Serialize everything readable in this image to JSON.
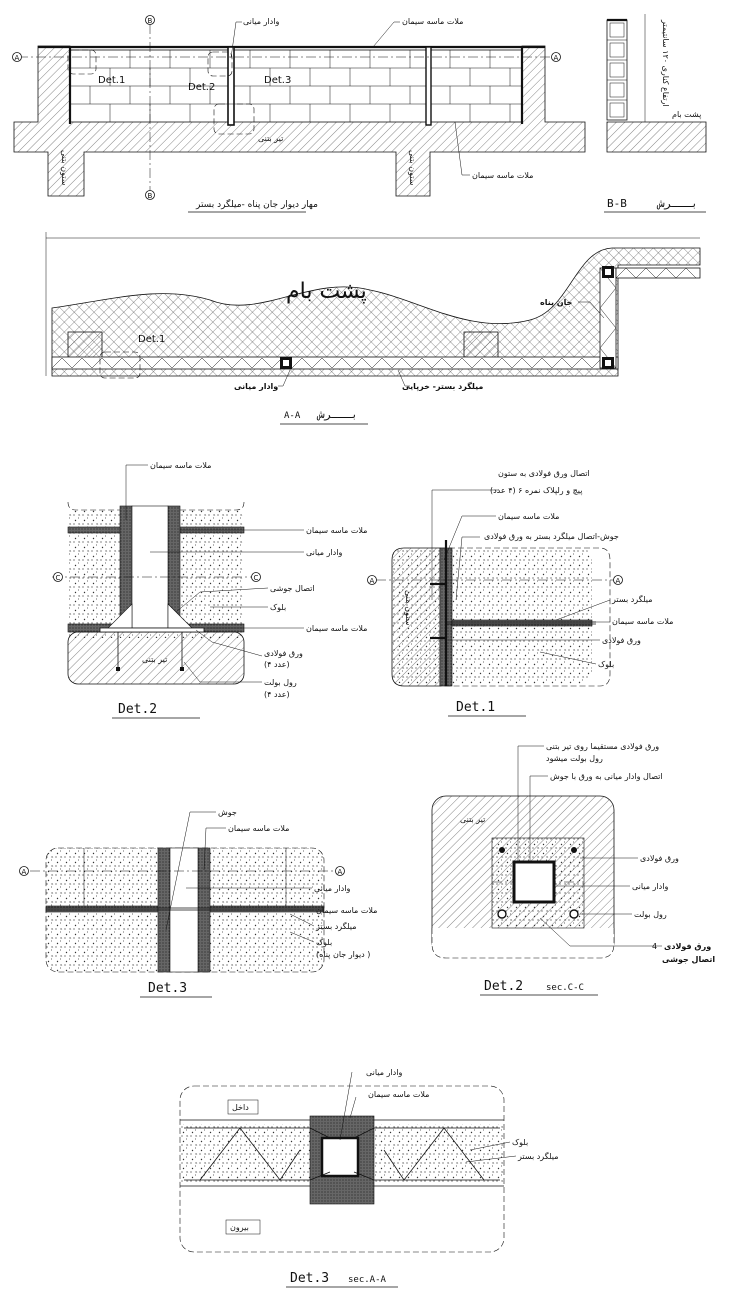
{
  "wall_elevation": {
    "caption": "مهار دیوار جان پناه -میلگرد بستر",
    "label_middle_post": "وادار میانی",
    "label_mortar_top": "ملات ماسه سیمان",
    "label_mortar_bottom": "ملات ماسه سیمان",
    "label_beam": "تیر بتنی",
    "label_column_left": "ستون بتنی",
    "label_column_right": "ستون بتنی",
    "det1": "Det.1",
    "det2": "Det.2",
    "det3": "Det.3",
    "section_a": "A",
    "section_b": "B"
  },
  "section_bb": {
    "caption_fa": "بـــرش",
    "caption_code": "B-B",
    "label_height": "ارتفاع کناری ۱۲۰ سانتیمتر",
    "label_roof": "پشت بام"
  },
  "section_aa": {
    "roof_title": "پشت بام",
    "label_parapet": "جان پناه",
    "label_det1": "Det.1",
    "label_post": "وادار میانی",
    "label_rebar": "میلگرد بستر- خرپایی",
    "caption_fa": "بـــرش",
    "caption_code": "A-A"
  },
  "det2_elev": {
    "caption": "Det.2",
    "label_mortar_top": "ملات ماسه سیمان",
    "label_mortar_1": "ملات ماسه سیمان",
    "label_post": "وادار میانی",
    "label_weld": "اتصال جوشی",
    "label_block": "بلوک",
    "label_mortar_2": "ملات ماسه سیمان",
    "label_plate": "ورق فولادی",
    "label_plate_qty": "(۴ عدد)",
    "label_bolt": "رول بولت",
    "label_bolt_qty": "(۴ عدد)",
    "label_beam": "تیر بتنی",
    "mark_c": "C"
  },
  "det1": {
    "caption": "Det.1",
    "label_plate_conn": "اتصال ورق فولادی به ستون",
    "label_screw": "پیچ و رلپلاک نمره ۶ (۴ عدد)",
    "label_mortar": "ملات ماسه سیمان",
    "label_weld": "جوش-اتصال میلگرد بستر به ورق فولادی",
    "label_rebar": "میلگرد بستر",
    "label_mortar_2": "ملات ماسه سیمان",
    "label_plate": "ورق فولادی",
    "label_block": "بلوک",
    "label_column": "ستون بتنی",
    "mark_a": "A"
  },
  "det2_sec": {
    "caption": "Det.2",
    "caption_sec": "sec.C-C",
    "label_plate_on_beam": "ورق فولادی مستقیما روی تیر بتنی",
    "label_bolted": "رول بولت میشود",
    "label_post_weld": "اتصال وادار میانی به ورق با جوش",
    "label_beam": "تیر بتنی",
    "label_plate": "ورق فولادی",
    "label_post": "وادار میانی",
    "label_bolt": "رول بولت",
    "label_plate_2": "ورق فولادی",
    "label_weld_conn": "اتصال جوشی",
    "weld_size": "4"
  },
  "det3_elev": {
    "caption": "Det.3",
    "label_weld": "جوش",
    "label_mortar": "ملات ماسه سیمان",
    "label_post": "وادار میانی",
    "label_mortar_2": "ملات ماسه سیمان",
    "label_rebar": "میلگرد بستر",
    "label_block": "بلوک",
    "label_block_2": "(دیوار جان پناه )",
    "mark_a": "A"
  },
  "det3_sec": {
    "caption": "Det.3",
    "caption_sec": "sec.A-A",
    "label_post": "وادار میانی",
    "label_mortar": "ملات ماسه سیمان",
    "label_inside": "داخل",
    "label_outside": "بیرون",
    "label_block": "بلوک",
    "label_rebar": "میلگرد بستر"
  }
}
